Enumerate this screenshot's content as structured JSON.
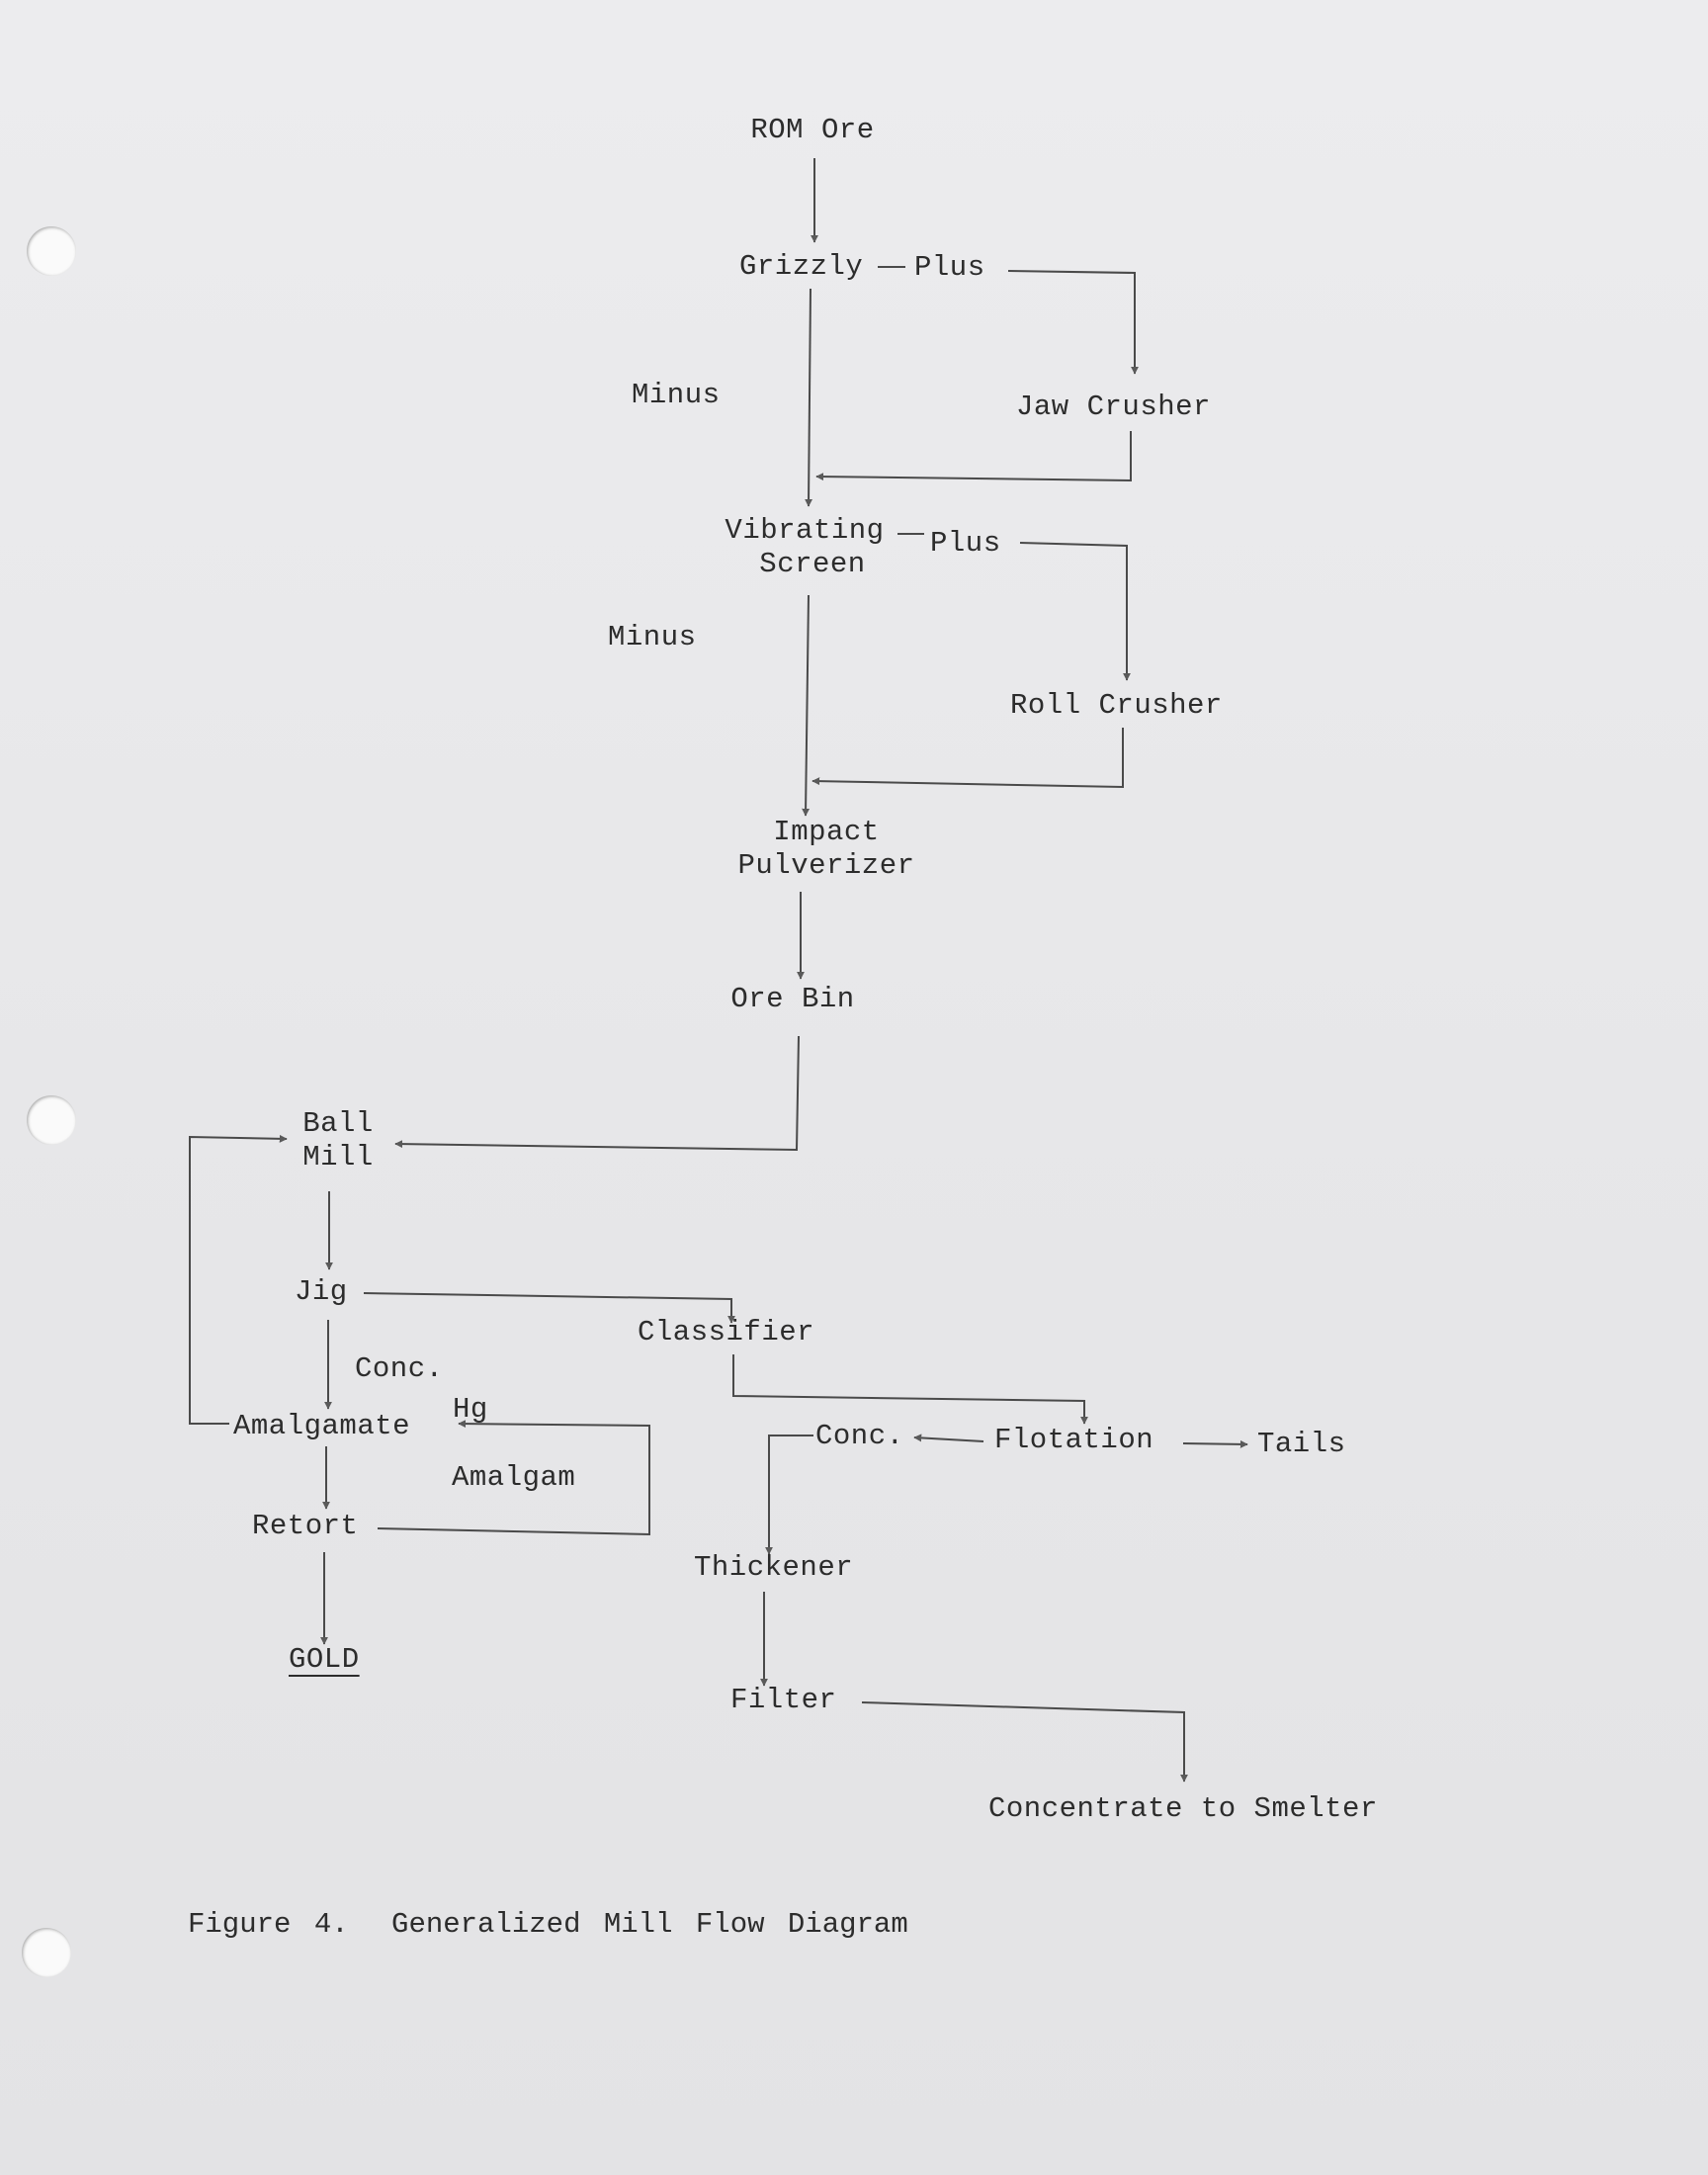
{
  "nodes": {
    "rom_ore": "ROM Ore",
    "grizzly": "Grizzly",
    "jaw_crusher": "Jaw Crusher",
    "vibrating_screen_1": "Vibrating",
    "vibrating_screen_2": "Screen",
    "roll_crusher": "Roll Crusher",
    "impact_pulverizer_1": "Impact",
    "impact_pulverizer_2": "Pulverizer",
    "ore_bin": "Ore Bin",
    "ball_mill_1": "Ball",
    "ball_mill_2": "Mill",
    "jig": "Jig",
    "classifier": "Classifier",
    "amalgamate": "Amalgamate",
    "retort": "Retort",
    "gold": "GOLD",
    "flotation": "Flotation",
    "tails": "Tails",
    "thickener": "Thickener",
    "filter": "Filter",
    "concentrate_to_smelter": "Concentrate to Smelter"
  },
  "edge_labels": {
    "grizzly_plus": "Plus",
    "grizzly_minus": "Minus",
    "screen_plus": "Plus",
    "screen_minus": "Minus",
    "jig_conc": "Conc.",
    "hg": "Hg",
    "amalgam": "Amalgam",
    "flotation_conc": "Conc."
  },
  "caption": {
    "label": "Figure 4.",
    "title": "Generalized Mill Flow Diagram"
  }
}
